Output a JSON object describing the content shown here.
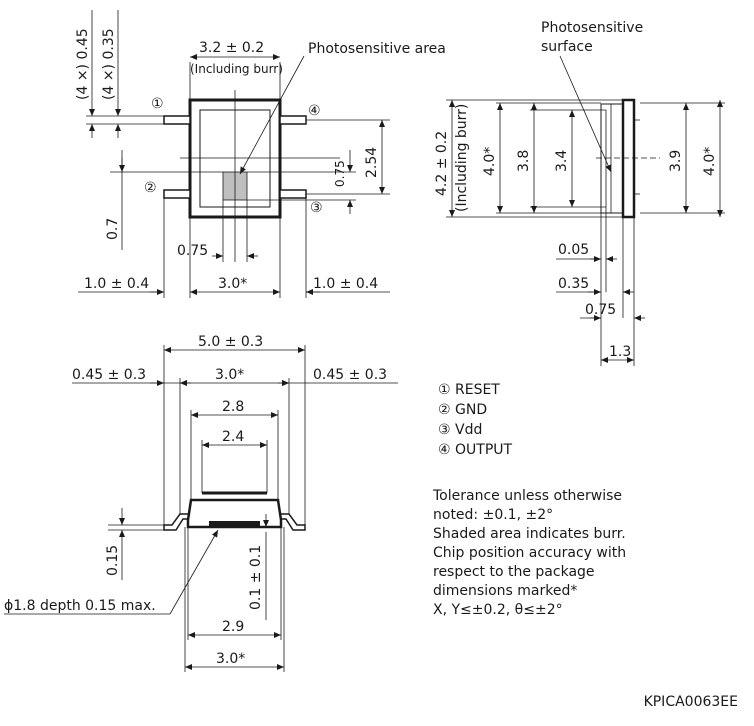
{
  "top_view": {
    "dim_width": "3.2 ± 0.2",
    "dim_width_note": "(Including burr)",
    "photosensitive_area": "Photosensitive area",
    "dim_pin_width_1": "(4 ×) 0.45",
    "dim_pin_width_2": "(4 ×) 0.35",
    "dim_pin_pitch": "2.54",
    "dim_chip": "0.75",
    "dim_left_07": "0.7",
    "dim_bottom_075": "0.75",
    "dim_left": "1.0 ± 0.4",
    "dim_center": "3.0*",
    "dim_right": "1.0 ± 0.4",
    "pin1": "①",
    "pin2": "②",
    "pin3": "③",
    "pin4": "④"
  },
  "side_view": {
    "label_line1": "Photosensitive",
    "label_line2": "surface",
    "dim_height": "4.2 ± 0.2",
    "dim_height_note": "(Including burr)",
    "dim_4_left": "4.0*",
    "dim_38": "3.8",
    "dim_34": "3.4",
    "dim_39": "3.9",
    "dim_4_right": "4.0*",
    "dim_005": "0.05",
    "dim_035": "0.35",
    "dim_075": "0.75",
    "dim_13": "1.3"
  },
  "bottom_view": {
    "dim_total": "5.0 ± 0.3",
    "dim_left": "0.45 ± 0.3",
    "dim_center": "3.0*",
    "dim_right": "0.45 ± 0.3",
    "dim_28": "2.8",
    "dim_24": "2.4",
    "dim_015": "0.15",
    "dim_01": "0.1 ± 0.1",
    "dim_hole": "ϕ1.8 depth 0.15 max.",
    "dim_29": "2.9",
    "dim_30b": "3.0*"
  },
  "legend": [
    "① RESET",
    "② GND",
    "③ Vdd",
    "④ OUTPUT"
  ],
  "notes": [
    "Tolerance unless otherwise",
    "noted: ±0.1, ±2°",
    "Shaded area indicates burr.",
    "Chip position accuracy with",
    "respect to the package",
    "dimensions marked*",
    "X, Y≤±0.2, θ≤±2°"
  ],
  "drawing_code": "KPICA0063EE"
}
